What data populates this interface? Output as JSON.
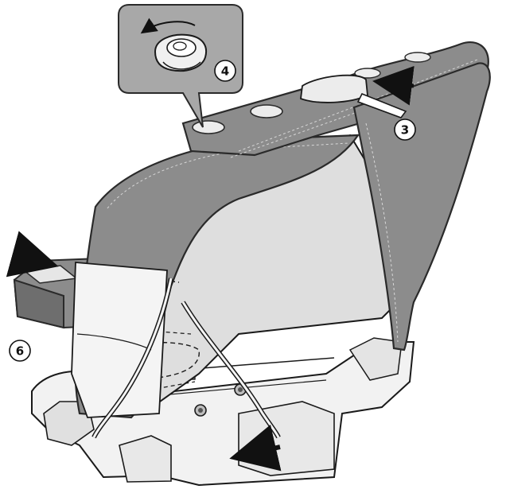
{
  "steps": {
    "step_3": "3",
    "step_4": "4",
    "step_6": "6"
  },
  "colors": {
    "cover_fill": "#8c8c8c",
    "cover_edge": "#2a2a2a",
    "callout_fill": "#a8a8a8",
    "frame_fill": "#f2f2f2",
    "line": "#1a1a1a"
  },
  "icons": [
    "push-arrow-icon",
    "rotate-arrow-icon",
    "clip-icon",
    "bolt-icon"
  ]
}
